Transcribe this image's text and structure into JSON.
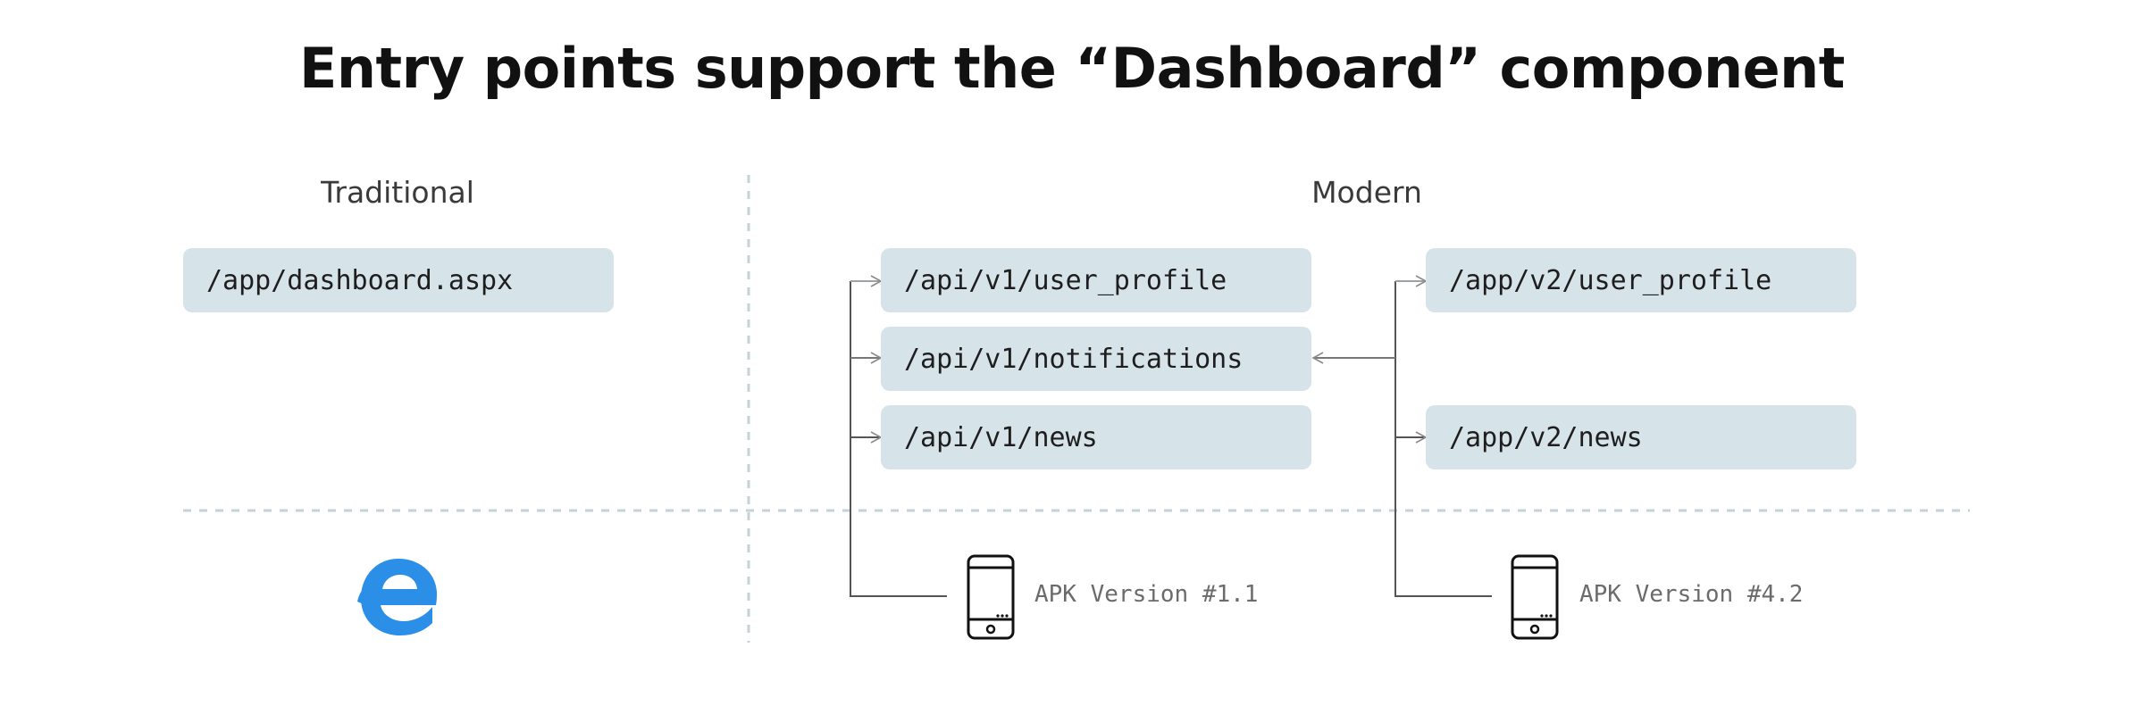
{
  "title": "Entry points support the “Dashboard” component",
  "traditional": {
    "label": "Traditional",
    "endpoints": [
      "/app/dashboard.aspx"
    ],
    "client_icon": "edge-browser-icon"
  },
  "modern": {
    "label": "Modern",
    "v1_endpoints": [
      "/api/v1/user_profile",
      "/api/v1/notifications",
      "/api/v1/news"
    ],
    "v2_endpoints": [
      "/app/v2/user_profile",
      "/app/v2/news"
    ],
    "devices": [
      {
        "label": "APK Version #1.1",
        "icon": "phone-icon"
      },
      {
        "label": "APK Version #4.2",
        "icon": "phone-icon"
      }
    ]
  },
  "colors": {
    "endpoint_bg": "#d6e3e9",
    "divider": "#c5d3d8",
    "edge_blue": "#2b8fe8"
  }
}
